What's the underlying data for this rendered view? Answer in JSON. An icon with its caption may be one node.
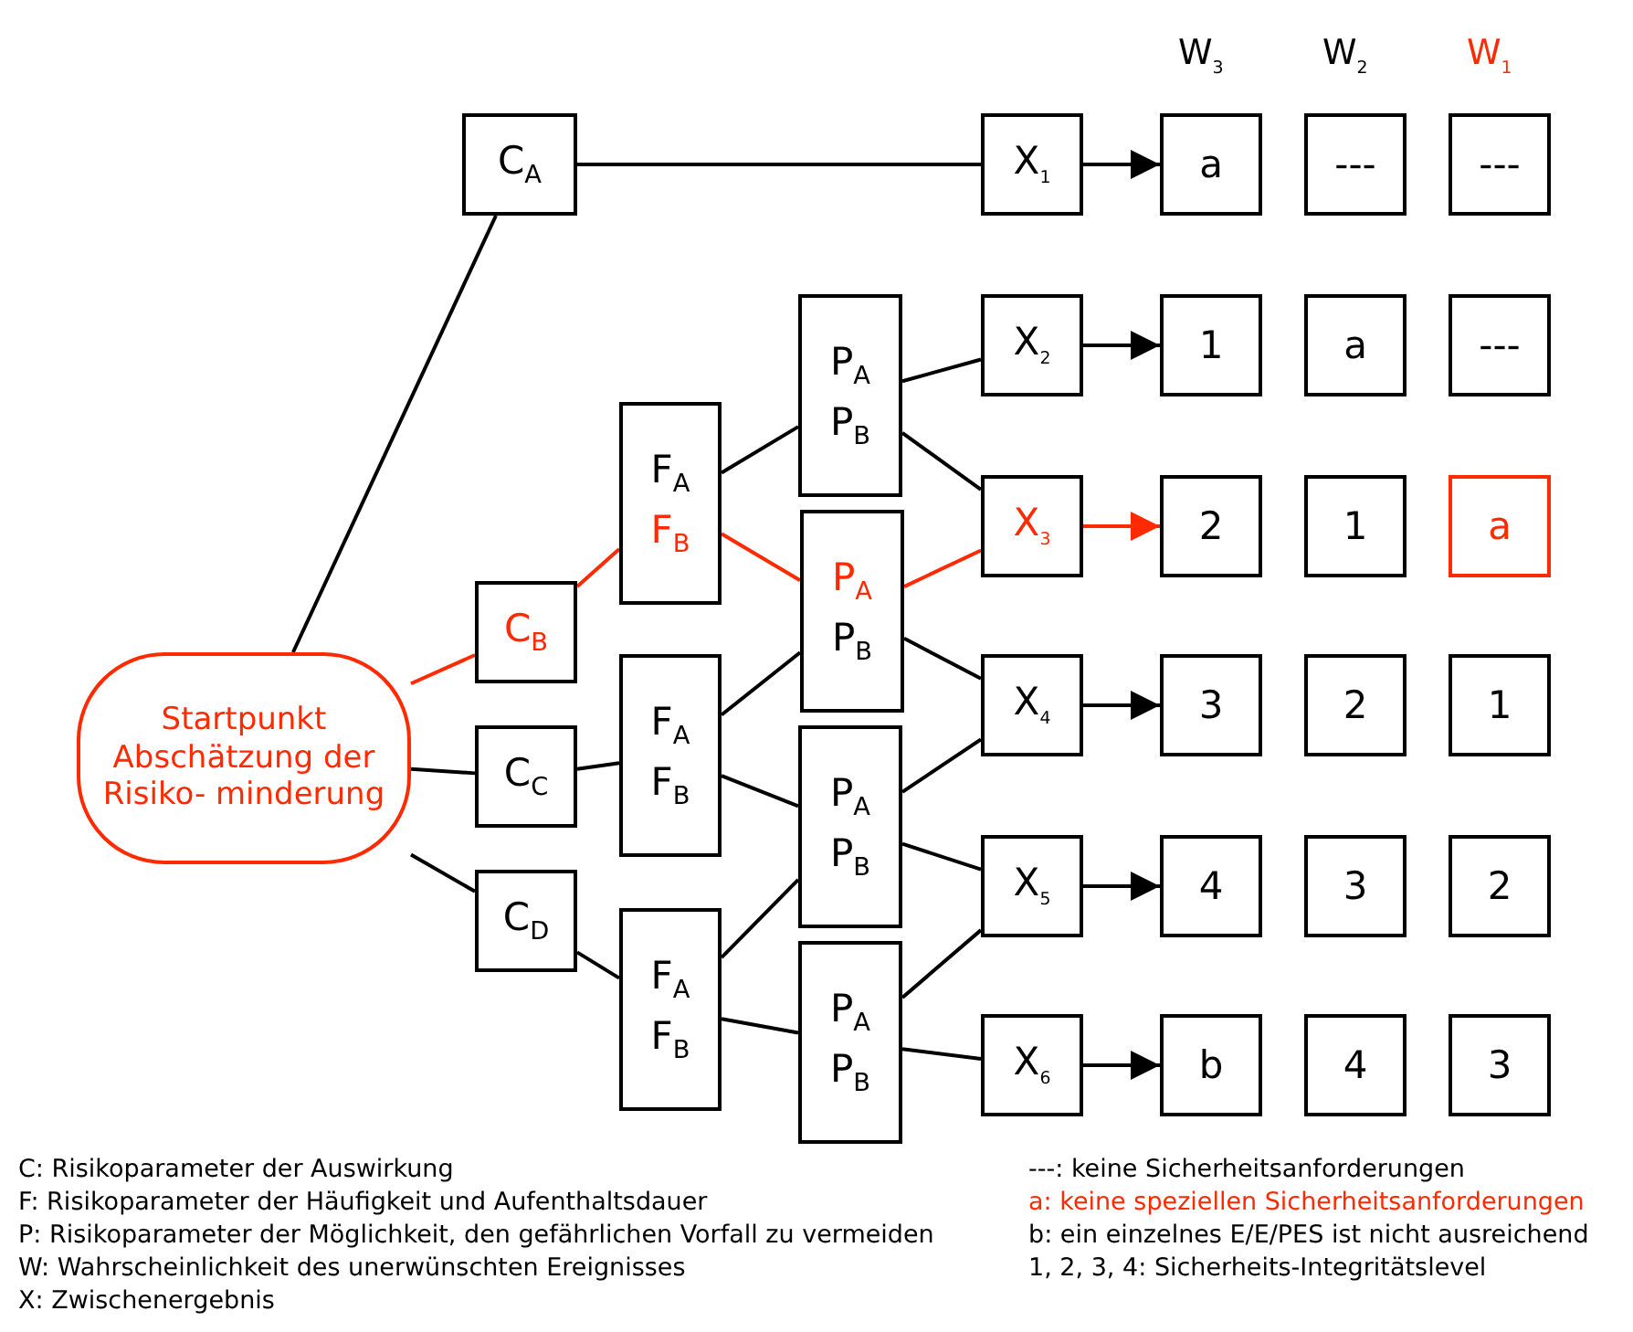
{
  "diagram": {
    "nodes": [
      {
        "text": [
          "Startpunkt Abschätzung der Risiko- minderung"
        ]
      },
      {
        "text": [
          "C$_{A}$"
        ]
      },
      {
        "text": [
          "C$_{B}$"
        ]
      },
      {
        "text": [
          "C$_{C}$"
        ]
      },
      {
        "text": [
          "C$_{D}$"
        ]
      },
      {
        "text": [
          "F$_{A}$",
          "F$_{B}$"
        ]
      },
      {
        "text": [
          "F$_{A}$",
          "F$_{B}$"
        ]
      },
      {
        "text": [
          "F$_{A}$",
          "F$_{B}$"
        ]
      },
      {
        "text": [
          "P$_{A}$",
          "P$_{B}$"
        ]
      },
      {
        "text": [
          "P$_{A}$",
          "P$_{B}$"
        ]
      },
      {
        "text": [
          "P$_{A}$",
          "P$_{B}$"
        ]
      },
      {
        "text": [
          "P$_{A}$",
          "P$_{B}$"
        ]
      },
      {
        "text": [
          "X$_{1}$"
        ]
      },
      {
        "text": [
          "X$_{2}$"
        ]
      },
      {
        "text": [
          "X$_{3}$"
        ]
      },
      {
        "text": [
          "X$_{4}$"
        ]
      },
      {
        "text": [
          "X$_{5}$"
        ]
      },
      {
        "text": [
          "X$_{6}$"
        ]
      },
      {
        "text": [
          "a"
        ]
      },
      {
        "text": [
          "---"
        ]
      },
      {
        "text": [
          "---"
        ]
      },
      {
        "text": [
          "1"
        ]
      },
      {
        "text": [
          "a"
        ]
      },
      {
        "text": [
          "---"
        ]
      },
      {
        "text": [
          "2"
        ]
      },
      {
        "text": [
          "1"
        ]
      },
      {
        "text": [
          "a"
        ]
      },
      {
        "text": [
          "3"
        ]
      },
      {
        "text": [
          "2"
        ]
      },
      {
        "text": [
          "1"
        ]
      },
      {
        "text": [
          "4"
        ]
      },
      {
        "text": [
          "3"
        ]
      },
      {
        "text": [
          "2"
        ]
      },
      {
        "text": [
          "b"
        ]
      },
      {
        "text": [
          "4"
        ]
      },
      {
        "text": [
          "3"
        ]
      }
    ],
    "edges": [
      {
        "from": 0,
        "to": 1,
        "arrow": "none"
      },
      {
        "from": 0,
        "to": 2,
        "arrow": "none",
        "color": "#ff2a00"
      },
      {
        "from": 0,
        "to": 3,
        "arrow": "none"
      },
      {
        "from": 0,
        "to": 4,
        "arrow": "none"
      },
      {
        "from": 1,
        "to": 12,
        "arrow": "none"
      },
      {
        "from": 2,
        "to": 5,
        "arrow": "none",
        "color": "#ff2a00"
      },
      {
        "from": 3,
        "to": 6,
        "arrow": "none"
      },
      {
        "from": 4,
        "to": 7,
        "arrow": "none"
      },
      {
        "from": 5,
        "to": 8,
        "arrow": "none"
      },
      {
        "from": 5,
        "to": 9,
        "arrow": "none",
        "color": "#ff2a00"
      },
      {
        "from": 6,
        "to": 9,
        "arrow": "none"
      },
      {
        "from": 6,
        "to": 10,
        "arrow": "none"
      },
      {
        "from": 7,
        "to": 10,
        "arrow": "none"
      },
      {
        "from": 7,
        "to": 11,
        "arrow": "none"
      },
      {
        "from": 8,
        "to": 13,
        "arrow": "none"
      },
      {
        "from": 8,
        "to": 14,
        "arrow": "none"
      },
      {
        "from": 9,
        "to": 14,
        "arrow": "none",
        "color": "#ff2a00"
      },
      {
        "from": 9,
        "to": 15,
        "arrow": "none"
      },
      {
        "from": 10,
        "to": 15,
        "arrow": "none"
      },
      {
        "from": 10,
        "to": 16,
        "arrow": "none"
      },
      {
        "from": 11,
        "to": 16,
        "arrow": "none"
      },
      {
        "from": 11,
        "to": 17,
        "arrow": "none"
      },
      {
        "from": 12,
        "to": 18,
        "arrow": "to"
      },
      {
        "from": 13,
        "to": 21,
        "arrow": "to"
      },
      {
        "from": 14,
        "to": 24,
        "arrow": "to",
        "color": "#ff2a00"
      },
      {
        "from": 15,
        "to": 27,
        "arrow": "to"
      },
      {
        "from": 16,
        "to": 30,
        "arrow": "to"
      },
      {
        "from": 17,
        "to": 33,
        "arrow": "to"
      }
    ],
    "labels": [
      "W$_{3}$",
      "W$_{2}$",
      "W$_{1}$",
      "C: Risikoparameter der Auswirkung",
      "F: Risikoparameter der Häufigkeit und Aufenthaltsdauer",
      "P: Risikoparameter der Möglichkeit, den gefährlichen Vorfall zu vermeiden",
      "W: Wahrscheinlichkeit des unerwünschten Ereignisses",
      "X: Zwischenergebnis",
      "---: keine Sicherheitsanforderungen",
      "a: keine speziellen Sicherheitsanforderungen",
      "b: ein einzelnes E/E/PES ist nicht ausreichend",
      "1, 2, 3, 4: Sicherheits-Integritätslevel"
    ]
  }
}
